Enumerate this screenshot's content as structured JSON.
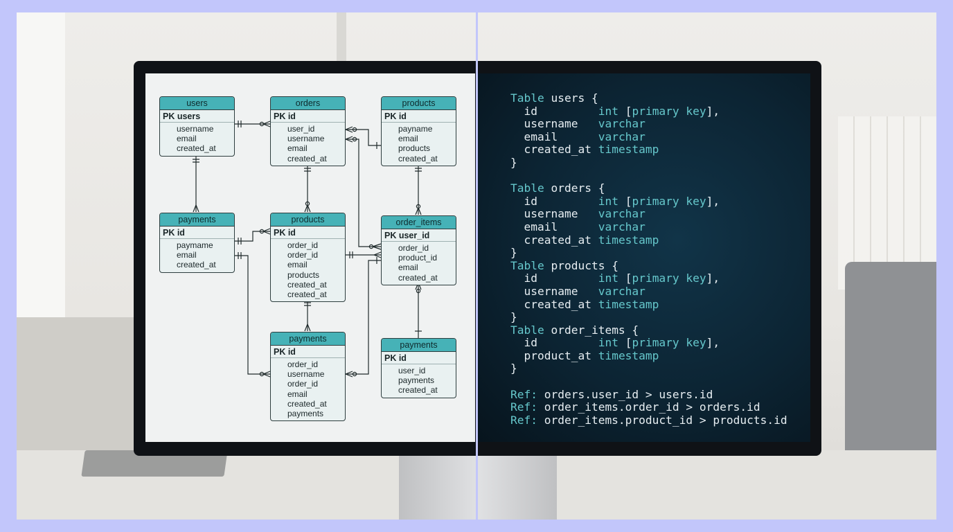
{
  "scene": "Monitor showing ER diagram and DBML schema",
  "diagram": {
    "entities": [
      {
        "name": "users",
        "pk": "PK users",
        "fields": [
          "username",
          "email",
          "created_at"
        ]
      },
      {
        "name": "orders",
        "pk": "PK id",
        "fields": [
          "user_id",
          "username",
          "email",
          "created_at"
        ]
      },
      {
        "name": "products",
        "pk": "PK id",
        "fields": [
          "payname",
          "email",
          "products",
          "created_at"
        ]
      },
      {
        "name": "payments",
        "pk": "PK id",
        "fields": [
          "paymame",
          "email",
          "created_at"
        ]
      },
      {
        "name": "products",
        "pk": "PK id",
        "fields": [
          "order_id",
          "order_id",
          "email",
          "products",
          "created_at",
          "created_at"
        ]
      },
      {
        "name": "order_items",
        "pk": "PK user_id",
        "fields": [
          "order_id",
          "product_id",
          "email",
          "created_at"
        ]
      },
      {
        "name": "payments",
        "pk": "PK id",
        "fields": [
          "order_id",
          "username",
          "order_id",
          "email",
          "created_at",
          "payments"
        ]
      },
      {
        "name": "payments",
        "pk": "PK id",
        "fields": [
          "user_id",
          "payments",
          "created_at"
        ]
      }
    ]
  },
  "code": {
    "lines": [
      [
        {
          "t": "Table",
          "k": 1
        },
        {
          "t": " users {"
        }
      ],
      [
        {
          "t": "  id         "
        },
        {
          "t": "int",
          "k": 1
        },
        {
          "t": " ["
        },
        {
          "t": "primary key",
          "k": 1
        },
        {
          "t": "],"
        }
      ],
      [
        {
          "t": "  username   "
        },
        {
          "t": "varchar",
          "k": 1
        }
      ],
      [
        {
          "t": "  email      "
        },
        {
          "t": "varchar",
          "k": 1
        }
      ],
      [
        {
          "t": "  created_at "
        },
        {
          "t": "timestamp",
          "k": 1
        }
      ],
      [
        {
          "t": "}"
        }
      ],
      [],
      [
        {
          "t": "Table",
          "k": 1
        },
        {
          "t": " orders {"
        }
      ],
      [
        {
          "t": "  id         "
        },
        {
          "t": "int",
          "k": 1
        },
        {
          "t": " ["
        },
        {
          "t": "primary key",
          "k": 1
        },
        {
          "t": "],"
        }
      ],
      [
        {
          "t": "  username   "
        },
        {
          "t": "varchar",
          "k": 1
        }
      ],
      [
        {
          "t": "  email      "
        },
        {
          "t": "varchar",
          "k": 1
        }
      ],
      [
        {
          "t": "  created_at "
        },
        {
          "t": "timestamp",
          "k": 1
        }
      ],
      [
        {
          "t": "}"
        }
      ],
      [
        {
          "t": "Table",
          "k": 1
        },
        {
          "t": " products {"
        }
      ],
      [
        {
          "t": "  id         "
        },
        {
          "t": "int",
          "k": 1
        },
        {
          "t": " ["
        },
        {
          "t": "primary key",
          "k": 1
        },
        {
          "t": "],"
        }
      ],
      [
        {
          "t": "  username   "
        },
        {
          "t": "varchar",
          "k": 1
        }
      ],
      [
        {
          "t": "  created_at "
        },
        {
          "t": "timestamp",
          "k": 1
        }
      ],
      [
        {
          "t": "}"
        }
      ],
      [
        {
          "t": "Table",
          "k": 1
        },
        {
          "t": " order_items {"
        }
      ],
      [
        {
          "t": "  id         "
        },
        {
          "t": "int",
          "k": 1
        },
        {
          "t": " ["
        },
        {
          "t": "primary key",
          "k": 1
        },
        {
          "t": "],"
        }
      ],
      [
        {
          "t": "  product_at "
        },
        {
          "t": "timestamp",
          "k": 1
        }
      ],
      [
        {
          "t": "}"
        }
      ],
      [],
      [
        {
          "t": "Ref:",
          "k": 1
        },
        {
          "t": " orders.user_id > users.id"
        }
      ],
      [
        {
          "t": "Ref:",
          "k": 1
        },
        {
          "t": " order_items.order_id > orders.id"
        }
      ],
      [
        {
          "t": "Ref:",
          "k": 1
        },
        {
          "t": " order_items.product_id > products.id"
        }
      ]
    ]
  }
}
